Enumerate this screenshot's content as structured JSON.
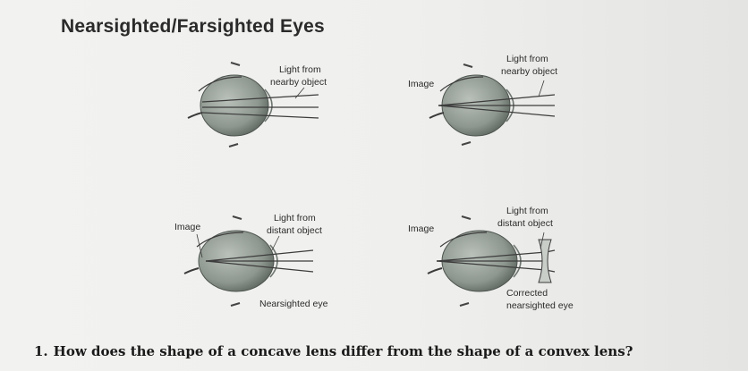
{
  "title": "Nearsighted/Farsighted Eyes",
  "panels": {
    "top_left": {
      "light_label_1": "Light from",
      "light_label_2": "nearby object"
    },
    "top_right": {
      "light_label_1": "Light from",
      "light_label_2": "nearby object",
      "image_label": "Image"
    },
    "bottom_left": {
      "light_label_1": "Light from",
      "light_label_2": "distant object",
      "image_label": "Image",
      "caption": "Nearsighted eye"
    },
    "bottom_right": {
      "light_label_1": "Light from",
      "light_label_2": "distant object",
      "image_label": "Image",
      "caption_1": "Corrected",
      "caption_2": "nearsighted eye"
    }
  },
  "question": {
    "number": "1.",
    "text": "How does the shape of a concave lens differ from the shape of a convex lens?"
  },
  "colors": {
    "eyeball": "#9aa39b",
    "eyeball_dark": "#5f6861",
    "ray": "#3c3c3c",
    "background": "#eeeeec"
  }
}
